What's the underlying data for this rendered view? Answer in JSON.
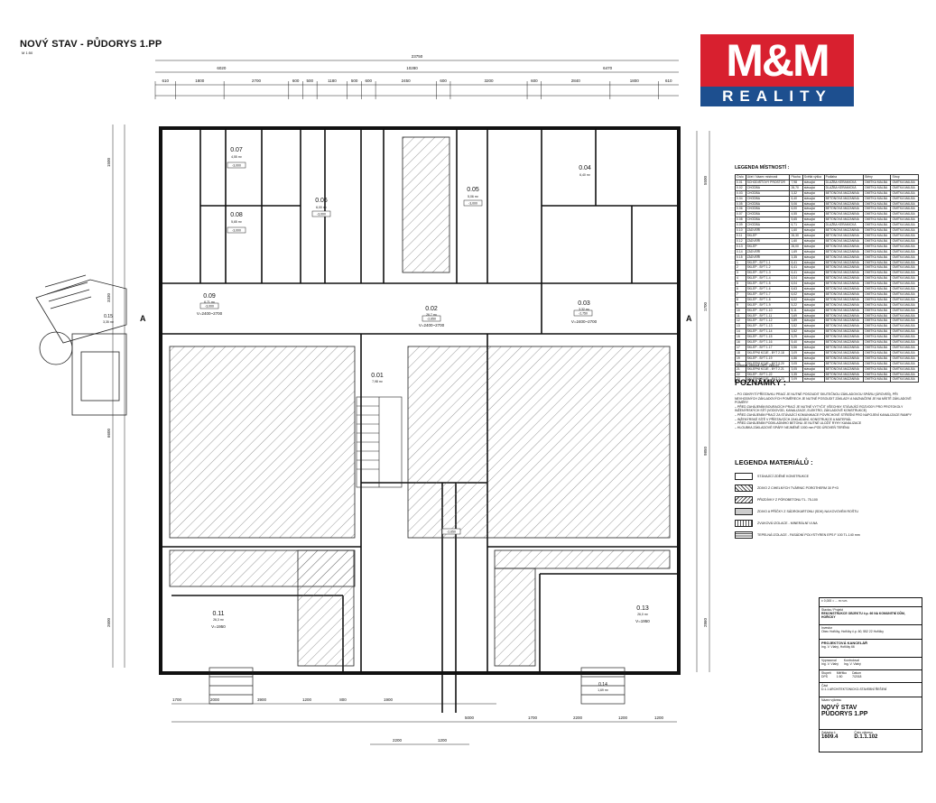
{
  "title": "NOVÝ STAV - PŮDORYS 1.PP",
  "scale": "M 1:50",
  "logo": {
    "top": "M&M",
    "bottom": "REALITY",
    "red": "#d8202f",
    "blue": "#1d4f8f"
  },
  "dimensions": {
    "overall": "23750",
    "top_row": [
      "6020",
      "10280",
      "6470"
    ],
    "detail_row": [
      "610",
      "1800",
      "2700",
      "600",
      "500",
      "1180",
      "500",
      "600",
      "2450",
      "600",
      "3200",
      "600",
      "2840",
      "1800",
      "610"
    ],
    "right_side": [
      "5500",
      "1700",
      "9850",
      "2860"
    ],
    "left_side": [
      "1500",
      "3330",
      "6600",
      "2600"
    ],
    "bottom_row": [
      "1700",
      "2000",
      "3900",
      "1200",
      "800",
      "1900",
      "5000",
      "1700",
      "2200",
      "1200",
      "1200"
    ],
    "bottom_row2": [
      "2200",
      "1200"
    ]
  },
  "rooms": [
    {
      "id": "0.07",
      "area": "4,55 m²"
    },
    {
      "id": "0.08",
      "area": "5,65 m²"
    },
    {
      "id": "0.06",
      "area": "6,00 m²"
    },
    {
      "id": "0.05",
      "area": "5,06 m²"
    },
    {
      "id": "0.04",
      "area": "6,40 m²"
    },
    {
      "id": "0.09",
      "area": "6,71 m²",
      "height": "V=2400~2700"
    },
    {
      "id": "0.02",
      "area": "26,7 m²",
      "height": "V=2400~2700"
    },
    {
      "id": "0.03",
      "area": "3,32 m²",
      "height": "V=2400~2700"
    },
    {
      "id": "0.01",
      "area": "7,98 m²"
    },
    {
      "id": "0.11",
      "area": "26,3 m²",
      "height": "V=1950"
    },
    {
      "id": "0.13",
      "area": "26,0 m²",
      "height": "V=1950"
    },
    {
      "id": "0.15",
      "area": "3,35 m²"
    },
    {
      "id": "0.14",
      "area": "1,69 m²"
    }
  ],
  "levels": [
    "-3,000",
    "-3,000",
    "-3,000",
    "-3,000",
    "-2,750",
    "-3,000",
    "-2,650",
    "-2,650"
  ],
  "section_mark": "A",
  "legend_rooms": {
    "heading": "LEGENDA MÍSTNOSTÍ :",
    "columns": [
      "Číslo",
      "Účel / Název místnosti",
      "Plocha",
      "Světlá výška",
      "Podlaha",
      "Stěny",
      "Strop"
    ],
    "rows": [
      [
        "0.01",
        "SCHODIŠŤOVÝ PROSTOR",
        "7,98",
        "stávající",
        "DLAŽBA KERAMICKÁ",
        "OMÍTKA MALBA",
        "OMÍTKA MALBA"
      ],
      [
        "0.02",
        "CHODBA",
        "26,70",
        "stávající",
        "DLAŽBA KERAMICKÁ",
        "OMÍTKA MALBA",
        "OMÍTKA MALBA"
      ],
      [
        "0.03",
        "CHODBA",
        "3,32",
        "stávající",
        "BETONOVÁ MAZANINA",
        "OMÍTKA MALBA",
        "OMÍTKA MALBA"
      ],
      [
        "0.04",
        "CHODBA",
        "6,40",
        "stávající",
        "BETONOVÁ MAZANINA",
        "OMÍTKA MALBA",
        "OMÍTKA MALBA"
      ],
      [
        "0.05",
        "CHODBA",
        "5,06",
        "stávající",
        "BETONOVÁ MAZANINA",
        "OMÍTKA MALBA",
        "OMÍTKA MALBA"
      ],
      [
        "0.06",
        "CHODBA",
        "6,00",
        "stávající",
        "BETONOVÁ MAZANINA",
        "OMÍTKA MALBA",
        "OMÍTKA MALBA"
      ],
      [
        "0.07",
        "CHODBA",
        "4,55",
        "stávající",
        "BETONOVÁ MAZANINA",
        "OMÍTKA MALBA",
        "OMÍTKA MALBA"
      ],
      [
        "0.08",
        "CHODBA",
        "5,65",
        "stávající",
        "BETONOVÁ MAZANINA",
        "OMÍTKA MALBA",
        "OMÍTKA MALBA"
      ],
      [
        "0.09",
        "CHODBA",
        "6,71",
        "stávající",
        "DLAŽBA KERAMICKÁ",
        "OMÍTKA MALBA",
        "OMÍTKA MALBA"
      ],
      [
        "0.10",
        "ZÁDVEŘÍ",
        "1,60",
        "stávající",
        "BETONOVÁ MAZANINA",
        "OMÍTKA MALBA",
        "OMÍTKA MALBA"
      ],
      [
        "0.11",
        "SKLEP",
        "26,30",
        "stávající",
        "BETONOVÁ MAZANINA",
        "OMÍTKA MALBA",
        "OMÍTKA MALBA"
      ],
      [
        "0.12",
        "ZÁDVEŘÍ",
        "1,60",
        "stávající",
        "BETONOVÁ MAZANINA",
        "OMÍTKA MALBA",
        "OMÍTKA MALBA"
      ],
      [
        "0.13",
        "SKLEP",
        "26,00",
        "stávající",
        "BETONOVÁ MAZANINA",
        "OMÍTKA MALBA",
        "OMÍTKA MALBA"
      ],
      [
        "0.14",
        "ZÁDVEŘÍ",
        "1,69",
        "stávající",
        "BETONOVÁ MAZANINA",
        "OMÍTKA MALBA",
        "OMÍTKA MALBA"
      ],
      [
        "0.15",
        "ZÁDVEŘÍ",
        "3,35",
        "stávající",
        "BETONOVÁ MAZANINA",
        "OMÍTKA MALBA",
        "OMÍTKA MALBA"
      ],
      [
        "1",
        "SKLEP - BYT 1.1",
        "6,41",
        "stávající",
        "BETONOVÁ MAZANINA",
        "OMÍTKA MALBA",
        "OMÍTKA MALBA"
      ],
      [
        "2",
        "SKLEP - BYT 1.2",
        "6,41",
        "stávající",
        "BETONOVÁ MAZANINA",
        "OMÍTKA MALBA",
        "OMÍTKA MALBA"
      ],
      [
        "3",
        "SKLEP - BYT 1.3",
        "6,41",
        "stávající",
        "BETONOVÁ MAZANINA",
        "OMÍTKA MALBA",
        "OMÍTKA MALBA"
      ],
      [
        "4",
        "SKLEP - BYT 1.4",
        "6,04",
        "stávající",
        "BETONOVÁ MAZANINA",
        "OMÍTKA MALBA",
        "OMÍTKA MALBA"
      ],
      [
        "5",
        "SKLEP - BYT 1.5",
        "6,04",
        "stávající",
        "BETONOVÁ MAZANINA",
        "OMÍTKA MALBA",
        "OMÍTKA MALBA"
      ],
      [
        "6",
        "SKLEP - BYT 1.6",
        "6,63",
        "stávající",
        "BETONOVÁ MAZANINA",
        "OMÍTKA MALBA",
        "OMÍTKA MALBA"
      ],
      [
        "7",
        "SKLEP - BYT 1.7",
        "6,02",
        "stávající",
        "BETONOVÁ MAZANINA",
        "OMÍTKA MALBA",
        "OMÍTKA MALBA"
      ],
      [
        "8",
        "SKLEP - BYT 1.8",
        "6,02",
        "stávající",
        "BETONOVÁ MAZANINA",
        "OMÍTKA MALBA",
        "OMÍTKA MALBA"
      ],
      [
        "9",
        "SKLEP - BYT 1.9",
        "5,22",
        "stávající",
        "BETONOVÁ MAZANINA",
        "OMÍTKA MALBA",
        "OMÍTKA MALBA"
      ],
      [
        "10",
        "SKLEP - BYT 1.10",
        "5,11",
        "stávající",
        "BETONOVÁ MAZANINA",
        "OMÍTKA MALBA",
        "OMÍTKA MALBA"
      ],
      [
        "11",
        "SKLEP - BYT 1.11",
        "3,69",
        "stávající",
        "BETONOVÁ MAZANINA",
        "OMÍTKA MALBA",
        "OMÍTKA MALBA"
      ],
      [
        "12",
        "SKLEP - BYT 1.12",
        "3,89",
        "stávající",
        "BETONOVÁ MAZANINA",
        "OMÍTKA MALBA",
        "OMÍTKA MALBA"
      ],
      [
        "13",
        "SKLEP - BYT 1.13",
        "3,52",
        "stávající",
        "BETONOVÁ MAZANINA",
        "OMÍTKA MALBA",
        "OMÍTKA MALBA"
      ],
      [
        "14",
        "SKLEP - BYT 1.14",
        "3,52",
        "stávající",
        "BETONOVÁ MAZANINA",
        "OMÍTKA MALBA",
        "OMÍTKA MALBA"
      ],
      [
        "15",
        "SKLEP - BYT 1.15",
        "5,29",
        "stávající",
        "BETONOVÁ MAZANINA",
        "OMÍTKA MALBA",
        "OMÍTKA MALBA"
      ],
      [
        "16",
        "SKLEP - BYT 1.16",
        "5,40",
        "stávající",
        "BETONOVÁ MAZANINA",
        "OMÍTKA MALBA",
        "OMÍTKA MALBA"
      ],
      [
        "17",
        "SKLEP - BYT 1.17",
        "5,56",
        "stávající",
        "BETONOVÁ MAZANINA",
        "OMÍTKA MALBA",
        "OMÍTKA MALBA"
      ],
      [
        "18",
        "SKLEPNÍ KOJE - BYT 2.18",
        "3,09",
        "stávající",
        "BETONOVÁ MAZANINA",
        "OMÍTKA MALBA",
        "OMÍTKA MALBA"
      ],
      [
        "19",
        "SKLEP - BYT 1.19",
        "4,86",
        "stávající",
        "BETONOVÁ MAZANINA",
        "OMÍTKA MALBA",
        "OMÍTKA MALBA"
      ],
      [
        "20",
        "SKLEPNÍ KOJE - BYT 2.20",
        "3,05",
        "stávající",
        "BETONOVÁ MAZANINA",
        "OMÍTKA MALBA",
        "OMÍTKA MALBA"
      ],
      [
        "21",
        "SKLEPNÍ KOJE - BYT 2.21",
        "3,05",
        "stávající",
        "BETONOVÁ MAZANINA",
        "OMÍTKA MALBA",
        "OMÍTKA MALBA"
      ],
      [
        "22",
        "SKLEP - BYT 1.22",
        "3,35",
        "stávající",
        "BETONOVÁ MAZANINA",
        "OMÍTKA MALBA",
        "OMÍTKA MALBA"
      ],
      [
        "23",
        "SKLEPNÍ KOJE - BYT 2.23",
        "3,09",
        "stávající",
        "BETONOVÁ MAZANINA",
        "OMÍTKA MALBA",
        "OMÍTKA MALBA"
      ]
    ],
    "total": "Celková plocha [m²]: 284,67"
  },
  "notes": {
    "heading": "POZNÁMKY :",
    "items": [
      "– PO ODKRYTÍ PŘÍSTAVKU PRACÍ JE NUTNÉ POSOUDIT SKUTEČNOU ZÁKLADOVOU SPÁRU (ÚROVEŇ), PŘI NEVHODNÝCH ZÁKLADOVÝCH POMĚRECH JE NUTNÉ POSOUDIT ZÁKLADY A NAZNAČENÍ JE NA MÍSTĚ ZÁKLADOVÉ POMĚRY",
      "– PŘED ZAHÁJENÍM BOURACÍCH PRACÍ JE NUTNÉ VYTYČIT VŠECHNY STÁVAJÍCÍ ROZVODY PRO PROTOKOLY INŽENÝRSKÝCH SÍTÍ (VODOVOD, KANALIZACE, ELEKTRO, ZÁKLADOVÉ KONSTRUKCE)",
      "– PŘED ZAHÁJENÍM PRACÍ ZA STÁVAJÍCÍ KOMUNIKACE POVRCHOVÉ STŘEŠNÍ PRO NAPOJENÍ KANALIZACE RAMPY",
      "– INŽENÝRSKÉ SÍTĚ V PŘÍSTAVCÍCH ZAKLÁDÁNÍ, KONSTRUKCE A MATERIÁL",
      "– PŘED ZAHÁJENÍM PODKLADNÍHO BETONU JE NUTNÉ ULOŽIT RÝHY KANALIZACE",
      "– HLOUBKA ZÁKLADOVÉ SPÁRY NEJMÉNĚ 1000 mm POD ÚROVEŇ TERÉNU"
    ]
  },
  "materials": {
    "heading": "LEGENDA MATERIÁLŮ :",
    "items": [
      "STÁVAJÍCÍ ZDĚNÉ KONSTRUKCE",
      "ZDIVO Z CIHELNÝCH TVÁRNIC POROTHERM 30 P+D",
      "PŘIZDÍVKY Z PÓROBETONU TL. 75-100",
      "ZDIVO A PŘÍČKY Z SÁDROKARTONU (SDK) NA KOVOVÉM ROŠTU",
      "ZVUKOVÁ IZOLACE - MINERÁLNÍ VLNA",
      "TEPELNÁ IZOLACE - FASÁDNÍ POLYSTYREN EPS F 100 TL.140 mm"
    ]
  },
  "stamp": {
    "row1": "± 0,000 = ... m n.m.",
    "project_label": "Stavba / Projekt",
    "project": "REKONSTRUKCE OBJEKTU č.p. 66 NA KOMUNITNÍ DŮM, HOŘICKY",
    "client_label": "Investor",
    "client": "Obec Hořičky, Hořičky č.p. 60, 552 22 Hořičky",
    "firm": "PROJEKTOVÁ KANCELÁŘ",
    "firm_detail": "Ing. V. Vlahý, Hořičky 66",
    "prepared_label": "Vypracoval",
    "prepared": "Ing. V. Vlahý",
    "checked_label": "Kontroloval",
    "checked": "Ing. V. Vlahý",
    "stage_label": "Stupeň",
    "stage": "DPS",
    "scale_label": "Měřítko",
    "scale": "1:50",
    "date_label": "Datum",
    "date": "7/2018",
    "part_label": "Část",
    "part": "D.1.1 ARCHITEKTONICKO-STAVEBNÍ ŘEŠENÍ",
    "drawing_label": "Název výkresu",
    "drawing_title1": "NOVÝ STAV",
    "drawing_title2": "PŮDORYS 1.PP",
    "contract_label": "Zakázka č.",
    "contract": "1609.4",
    "drawing_no_label": "Číslo výkresu",
    "drawing_no": "D.1.1.102"
  }
}
